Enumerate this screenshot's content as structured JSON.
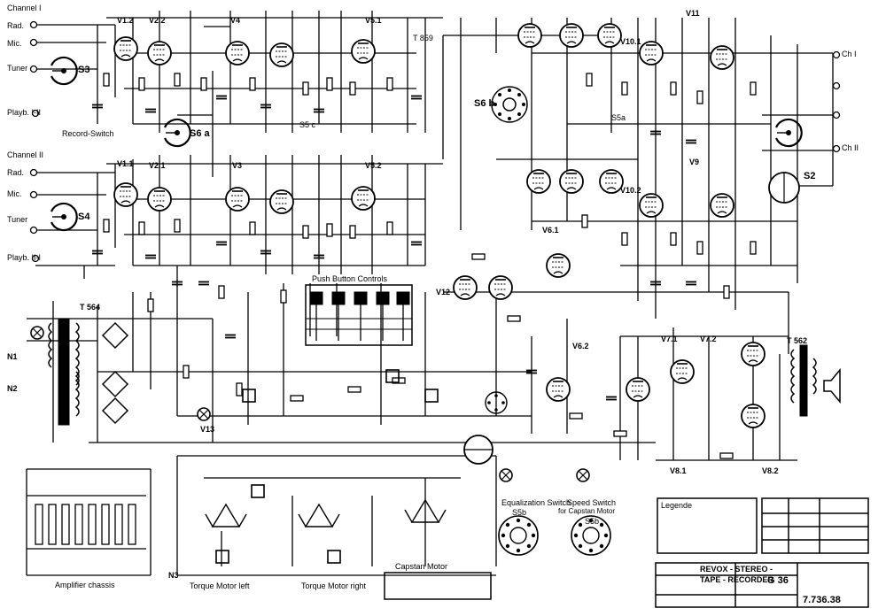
{
  "tubes": {
    "v1_2": "V1.2",
    "v2_2": "V2.2",
    "v4": "V4",
    "v5_1": "V5.1",
    "v1_1": "V1.1",
    "v2_1": "V2.1",
    "v3": "V3",
    "v5_2": "V5.2",
    "v10_1": "V10.1",
    "v11": "V11",
    "v10_2": "V10.2",
    "v9": "V9",
    "v6_1": "V6.1",
    "v12": "V12",
    "v6_2": "V6.2",
    "v7_1": "V7.1",
    "v7_2": "V7.2",
    "v8_1": "V8.1",
    "v8_2": "V8.2",
    "v13": "V13"
  },
  "labels": {
    "channel1": "Channel I",
    "channel2": "Channel II",
    "rad1": "Rad.",
    "mic1": "Mic.",
    "tuner1": "Tuner",
    "rad2": "Rad.",
    "mic2": "Mic.",
    "tuner2": "Tuner",
    "playback1": "Playb. I-II",
    "playback2": "Playb. II-I",
    "record_switch": "Record-Switch",
    "s3": "S3",
    "s4": "S4",
    "s6a": "S6 a",
    "s6b": "S6 b",
    "s2": "S2",
    "s5a": "S5a",
    "s5c": "S5 c",
    "t859": "T 859",
    "t564": "T 564",
    "t562": "T 562",
    "ch1": "Ch I",
    "ch2": "Ch II",
    "n1": "N1",
    "n2": "N2",
    "n3": "N3",
    "push_button_controls": "Push Button Controls",
    "equalization_switch": "Equalization Switch",
    "equalization_s5b": "S5b",
    "speed_switch": "Speed Switch",
    "speed_switch_sub": "for Capstan Motor",
    "speed_s5b": "S5b",
    "capstan_motor": "Capstan Motor",
    "torque_left": "Torque Motor left",
    "torque_right": "Torque Motor right",
    "amplifier_chassis": "Amplifier chassis",
    "legend": "Legende"
  },
  "title_block": {
    "brand": "REVOX - STEREO -",
    "product": "TAPE - RECORDER",
    "model": "G 36",
    "drawing_no": "7.736.38"
  }
}
